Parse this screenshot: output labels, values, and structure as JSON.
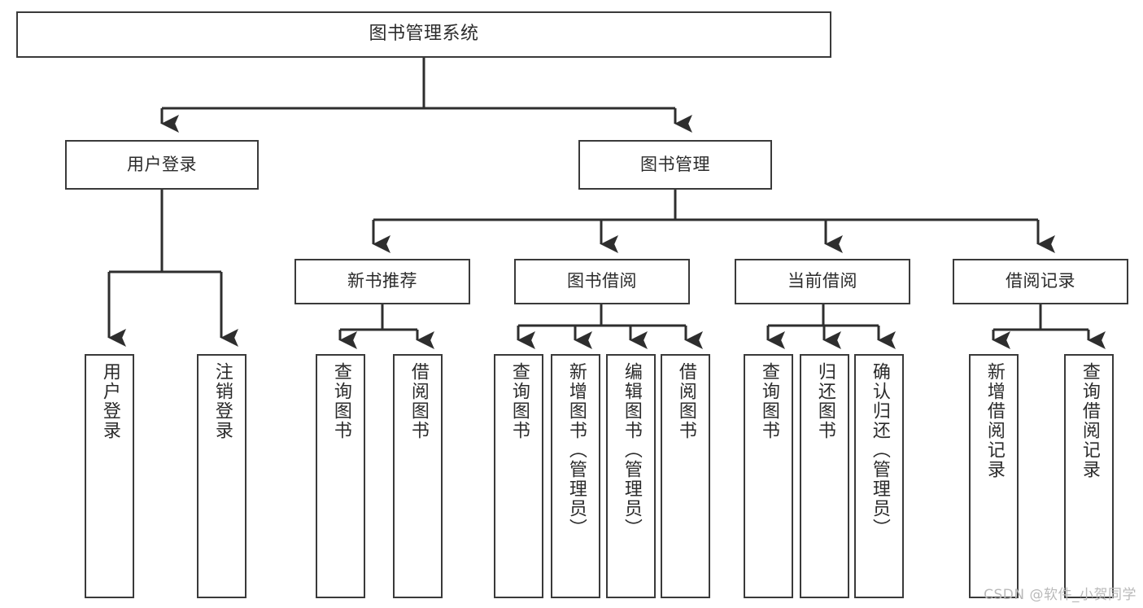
{
  "diagram": {
    "title": "图书管理系统",
    "type": "tree-hierarchy-chart",
    "watermark": "CSDN @软件_小贺同学",
    "colors": {
      "box_border": "#3a3a3a",
      "box_fill": "#ffffff",
      "edge": "#2e2e2e",
      "text": "#2b2b2b",
      "watermark": "#b9b9b9",
      "background": "#ffffff"
    },
    "root": {
      "label": "图书管理系统"
    },
    "level2": [
      {
        "label": "用户登录"
      },
      {
        "label": "图书管理"
      }
    ],
    "level3": [
      {
        "label": "新书推荐"
      },
      {
        "label": "图书借阅"
      },
      {
        "label": "当前借阅"
      },
      {
        "label": "借阅记录"
      }
    ],
    "leaves": {
      "user_login": [
        {
          "label": "用户登录"
        },
        {
          "label": "注销登录"
        }
      ],
      "new_book": [
        {
          "label": "查询图书"
        },
        {
          "label": "借阅图书"
        }
      ],
      "book_borrow": [
        {
          "label": "查询图书"
        },
        {
          "label": "新增图书（管理员）"
        },
        {
          "label": "编辑图书（管理员）"
        },
        {
          "label": "借阅图书"
        }
      ],
      "current_borrow": [
        {
          "label": "查询图书"
        },
        {
          "label": "归还图书"
        },
        {
          "label": "确认归还（管理员）"
        }
      ],
      "borrow_record": [
        {
          "label": "新增借阅记录"
        },
        {
          "label": "查询借阅记录"
        }
      ]
    }
  }
}
